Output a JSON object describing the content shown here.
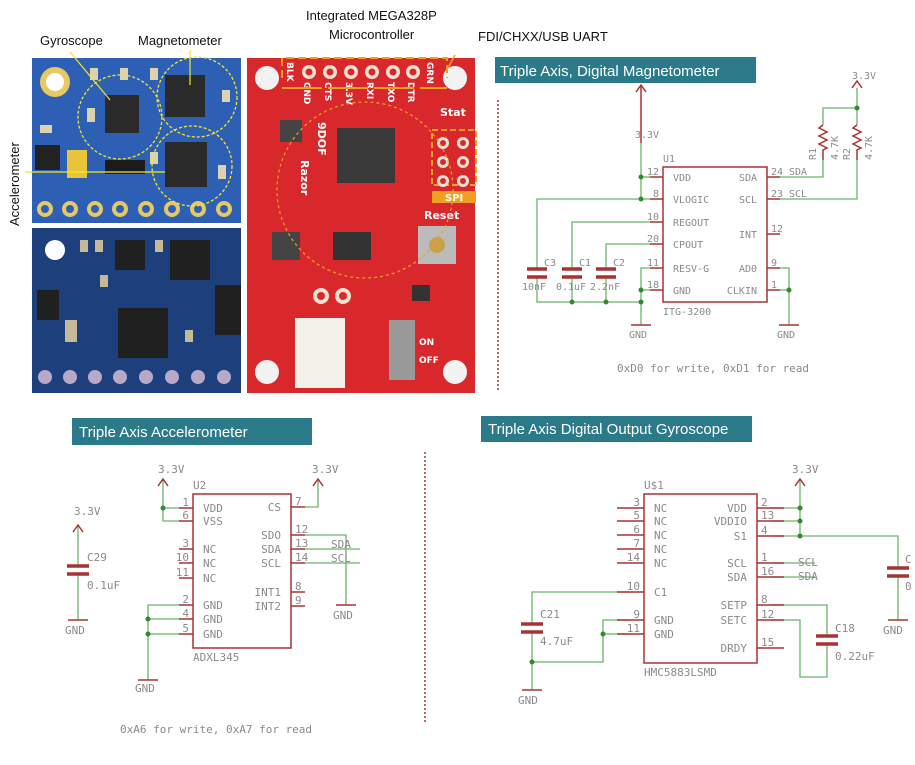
{
  "photo_labels": {
    "gyroscope": "Gyroscope",
    "magnetometer": "Magnetometer",
    "accelerometer": "Accelerometer",
    "mcu_line1": "Integrated MEGA328P",
    "mcu_line2": "Microcontroller",
    "uart": "FDI/CHXX/USB UART"
  },
  "board_silkscreen": {
    "header_pins": [
      "BLK",
      "GND",
      "CTS",
      "3.3V",
      "RXI",
      "TXO",
      "DTR",
      "GRN"
    ],
    "name_line1": "9DOF",
    "name_line2": "Razor",
    "stat": "Stat",
    "spi": "SPI",
    "reset": "Reset",
    "on": "ON",
    "off": "OFF"
  },
  "colors": {
    "title_bg": "#2b7a8a",
    "schematic_red": "#a83232",
    "wire_green": "#6bb36b",
    "highlight_yellow": "#f5e625",
    "highlight_orange": "#f0a020"
  },
  "magnetometer": {
    "title": "Triple Axis, Digital Magnetometer",
    "ref": "U1",
    "part": "ITG-3200",
    "left_pins": [
      {
        "num": "12",
        "name": "VDD"
      },
      {
        "num": "8",
        "name": "VLOGIC"
      },
      {
        "num": "10",
        "name": "REGOUT"
      },
      {
        "num": "20",
        "name": "CPOUT"
      },
      {
        "num": "11",
        "name": "RESV-G"
      },
      {
        "num": "18",
        "name": "GND"
      }
    ],
    "right_pins": [
      {
        "num": "24",
        "name": "SDA"
      },
      {
        "num": "23",
        "name": "SCL"
      },
      {
        "num": "12",
        "name": "INT"
      },
      {
        "num": "9",
        "name": "AD0"
      },
      {
        "num": "1",
        "name": "CLKIN"
      }
    ],
    "power": "3.3V",
    "power2": "3.3V",
    "gnd": "GND",
    "gnd2": "GND",
    "caps": [
      {
        "ref": "C3",
        "value": "10nF"
      },
      {
        "ref": "C1",
        "value": "0.1uF"
      },
      {
        "ref": "C2",
        "value": "2.2nF"
      }
    ],
    "resistors": [
      {
        "ref": "R1",
        "value": "4.7K"
      },
      {
        "ref": "R2",
        "value": "4.7K"
      }
    ],
    "nets": {
      "sda": "SDA",
      "scl": "SCL"
    },
    "note": "0xD0 for write, 0xD1 for read"
  },
  "accelerometer": {
    "title": "Triple Axis Accelerometer",
    "ref": "U2",
    "part": "ADXL345",
    "left_pins": [
      {
        "num": "1",
        "name": "VDD"
      },
      {
        "num": "6",
        "name": "VSS"
      },
      {
        "num": "3",
        "name": "NC"
      },
      {
        "num": "10",
        "name": "NC"
      },
      {
        "num": "11",
        "name": "NC"
      },
      {
        "num": "2",
        "name": "GND"
      },
      {
        "num": "4",
        "name": "GND"
      },
      {
        "num": "5",
        "name": "GND"
      }
    ],
    "right_pins": [
      {
        "num": "7",
        "name": "CS"
      },
      {
        "num": "12",
        "name": "SDO"
      },
      {
        "num": "13",
        "name": "SDA"
      },
      {
        "num": "14",
        "name": "SCL"
      },
      {
        "num": "8",
        "name": "INT1"
      },
      {
        "num": "9",
        "name": "INT2"
      }
    ],
    "power_left": "3.3V",
    "power_right": "3.3V",
    "cap_power": "3.3V",
    "cap": {
      "ref": "C29",
      "value": "0.1uF"
    },
    "cap_gnd": "GND",
    "gnd_left": "GND",
    "gnd_right": "GND",
    "nets": {
      "sda": "SDA",
      "scl": "SCL"
    },
    "note": "0xA6 for write, 0xA7 for read"
  },
  "gyroscope": {
    "title": "Triple Axis Digital Output Gyroscope",
    "ref": "U$1",
    "part": "HMC5883LSMD",
    "left_pins": [
      {
        "num": "3",
        "name": "NC"
      },
      {
        "num": "5",
        "name": "NC"
      },
      {
        "num": "6",
        "name": "NC"
      },
      {
        "num": "7",
        "name": "NC"
      },
      {
        "num": "14",
        "name": "NC"
      },
      {
        "num": "10",
        "name": "C1"
      },
      {
        "num": "9",
        "name": "GND"
      },
      {
        "num": "11",
        "name": "GND"
      }
    ],
    "right_pins": [
      {
        "num": "2",
        "name": "VDD"
      },
      {
        "num": "13",
        "name": "VDDIO"
      },
      {
        "num": "4",
        "name": "S1"
      },
      {
        "num": "1",
        "name": "SCL"
      },
      {
        "num": "16",
        "name": "SDA"
      },
      {
        "num": "8",
        "name": "SETP"
      },
      {
        "num": "12",
        "name": "SETC"
      },
      {
        "num": "15",
        "name": "DRDY"
      }
    ],
    "power": "3.3V",
    "caps": [
      {
        "ref": "C21",
        "value": "4.7uF"
      },
      {
        "ref": "C18",
        "value": "0.22uF"
      },
      {
        "ref": "C",
        "value": "0"
      }
    ],
    "gnd_left": "GND",
    "gnd_right": "GND",
    "nets": {
      "scl": "SCL",
      "sda": "SDA"
    }
  }
}
